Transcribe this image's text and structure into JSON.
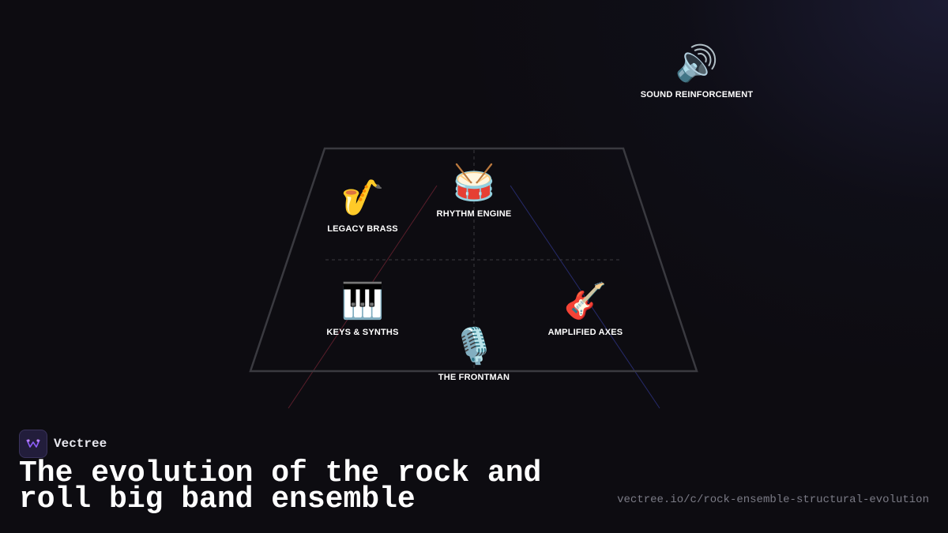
{
  "brand": {
    "name": "Vectree"
  },
  "title": "The evolution of the rock and roll big band ensemble",
  "url": "vectree.io/c/rock-ensemble-structural-evolution",
  "colors": {
    "background": "#0d0c11",
    "stage_outline": "#3a3a40",
    "red_line": "#5a1f2b",
    "blue_line": "#262a6a",
    "logo_accent": "#8b5cf6"
  },
  "nodes": [
    {
      "id": "sound-reinforcement",
      "label": "SOUND REINFORCEMENT",
      "icon": "speaker-icon",
      "glyph": "🔊"
    },
    {
      "id": "legacy-brass",
      "label": "LEGACY BRASS",
      "icon": "saxophone-icon",
      "glyph": "🎷"
    },
    {
      "id": "rhythm-engine",
      "label": "RHYTHM ENGINE",
      "icon": "drum-icon",
      "glyph": "🥁"
    },
    {
      "id": "keys-synths",
      "label": "KEYS & SYNTHS",
      "icon": "piano-keys-icon",
      "glyph": "🎹"
    },
    {
      "id": "the-frontman",
      "label": "THE FRONTMAN",
      "icon": "microphone-icon",
      "glyph": "🎙️"
    },
    {
      "id": "amplified-axes",
      "label": "AMPLIFIED AXES",
      "icon": "guitar-icon",
      "glyph": "🎸"
    }
  ]
}
